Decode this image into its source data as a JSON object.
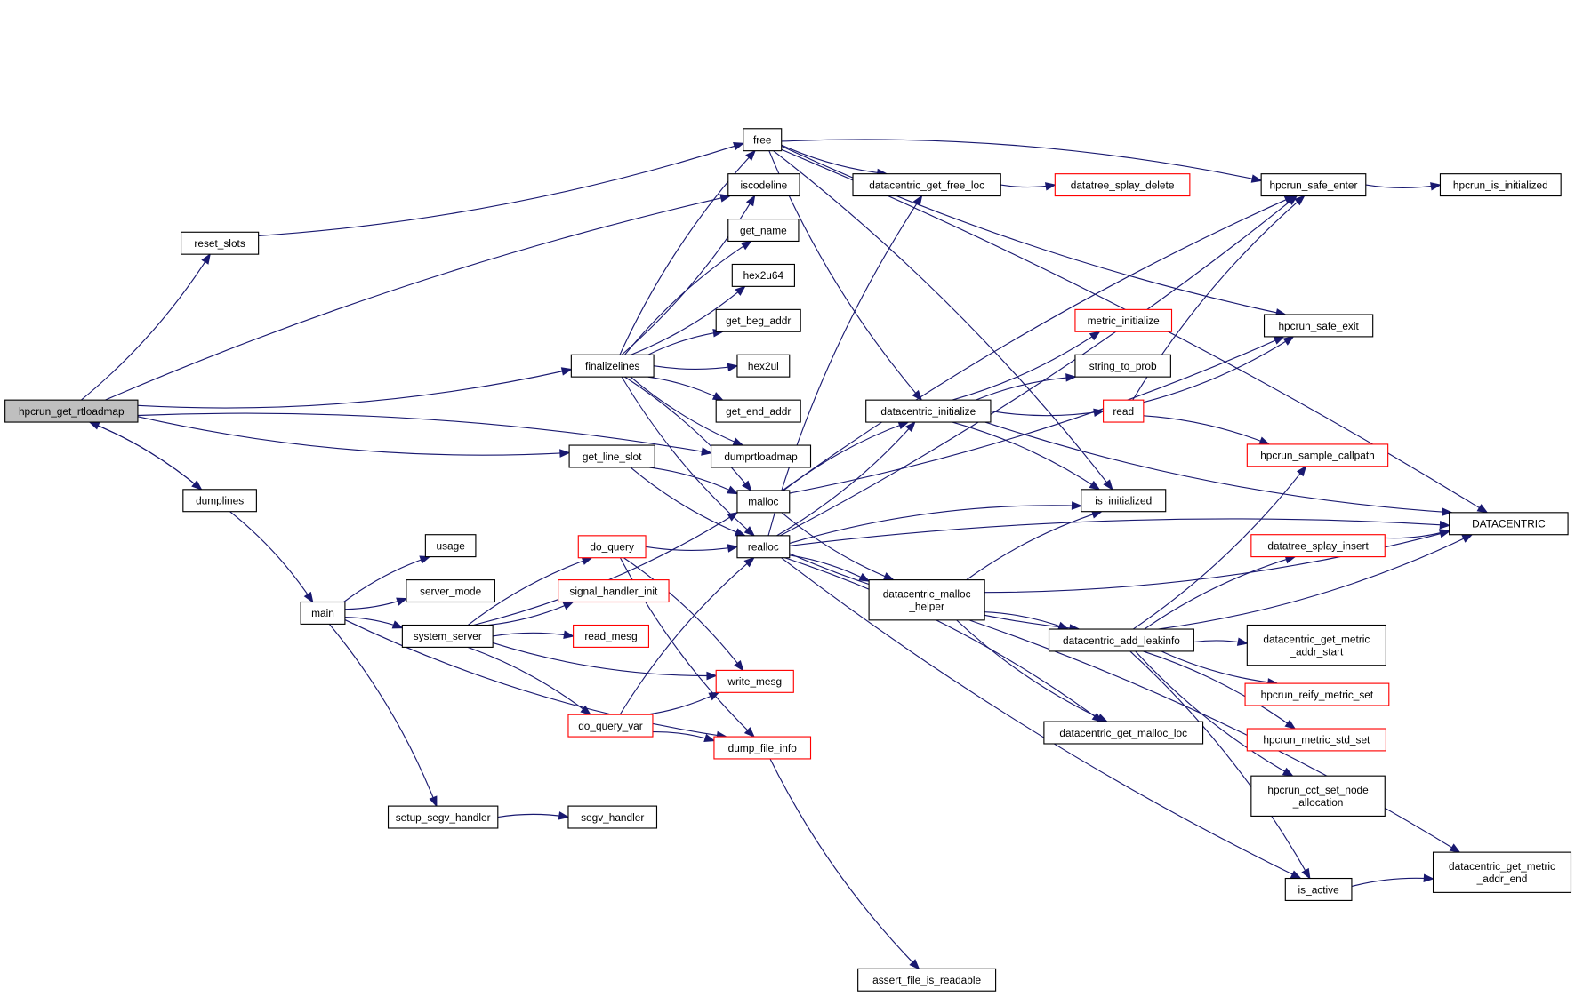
{
  "diagram": {
    "type": "call-graph",
    "colors": {
      "edge": "#191970",
      "node_border": "#000000",
      "node_border_truncated": "#ff0000",
      "focus_fill": "#bfbfbf",
      "node_fill": "#ffffff"
    },
    "focus_node": "hpcrun_get_rtloadmap",
    "nodes": [
      {
        "id": "hpcrun_get_rtloadmap",
        "lines": [
          "hpcrun_get_rtloadmap"
        ],
        "style": "focus"
      },
      {
        "id": "reset_slots",
        "lines": [
          "reset_slots"
        ],
        "style": "normal"
      },
      {
        "id": "dumplines",
        "lines": [
          "dumplines"
        ],
        "style": "normal"
      },
      {
        "id": "free",
        "lines": [
          "free"
        ],
        "style": "normal"
      },
      {
        "id": "iscodeline",
        "lines": [
          "iscodeline"
        ],
        "style": "normal"
      },
      {
        "id": "get_name",
        "lines": [
          "get_name"
        ],
        "style": "normal"
      },
      {
        "id": "hex2u64",
        "lines": [
          "hex2u64"
        ],
        "style": "normal"
      },
      {
        "id": "get_beg_addr",
        "lines": [
          "get_beg_addr"
        ],
        "style": "normal"
      },
      {
        "id": "finalizelines",
        "lines": [
          "finalizelines"
        ],
        "style": "normal"
      },
      {
        "id": "hex2ul",
        "lines": [
          "hex2ul"
        ],
        "style": "normal"
      },
      {
        "id": "get_end_addr",
        "lines": [
          "get_end_addr"
        ],
        "style": "normal"
      },
      {
        "id": "dumprtloadmap",
        "lines": [
          "dumprtloadmap"
        ],
        "style": "normal"
      },
      {
        "id": "get_line_slot",
        "lines": [
          "get_line_slot"
        ],
        "style": "normal"
      },
      {
        "id": "malloc",
        "lines": [
          "malloc"
        ],
        "style": "normal"
      },
      {
        "id": "realloc",
        "lines": [
          "realloc"
        ],
        "style": "normal"
      },
      {
        "id": "usage",
        "lines": [
          "usage"
        ],
        "style": "normal"
      },
      {
        "id": "main",
        "lines": [
          "main"
        ],
        "style": "normal"
      },
      {
        "id": "server_mode",
        "lines": [
          "server_mode"
        ],
        "style": "normal"
      },
      {
        "id": "system_server",
        "lines": [
          "system_server"
        ],
        "style": "normal"
      },
      {
        "id": "do_query",
        "lines": [
          "do_query"
        ],
        "style": "truncated"
      },
      {
        "id": "signal_handler_init",
        "lines": [
          "signal_handler_init"
        ],
        "style": "truncated"
      },
      {
        "id": "read_mesg",
        "lines": [
          "read_mesg"
        ],
        "style": "truncated"
      },
      {
        "id": "write_mesg",
        "lines": [
          "write_mesg"
        ],
        "style": "truncated"
      },
      {
        "id": "do_query_var",
        "lines": [
          "do_query_var"
        ],
        "style": "truncated"
      },
      {
        "id": "dump_file_info",
        "lines": [
          "dump_file_info"
        ],
        "style": "truncated"
      },
      {
        "id": "setup_segv_handler",
        "lines": [
          "setup_segv_handler"
        ],
        "style": "normal"
      },
      {
        "id": "segv_handler",
        "lines": [
          "segv_handler"
        ],
        "style": "normal"
      },
      {
        "id": "assert_file_is_readable",
        "lines": [
          "assert_file_is_readable"
        ],
        "style": "normal"
      },
      {
        "id": "datacentric_get_free_loc",
        "lines": [
          "datacentric_get_free_loc"
        ],
        "style": "normal"
      },
      {
        "id": "datatree_splay_delete",
        "lines": [
          "datatree_splay_delete"
        ],
        "style": "truncated"
      },
      {
        "id": "datacentric_initialize",
        "lines": [
          "datacentric_initialize"
        ],
        "style": "normal"
      },
      {
        "id": "metric_initialize",
        "lines": [
          "metric_initialize"
        ],
        "style": "truncated"
      },
      {
        "id": "string_to_prob",
        "lines": [
          "string_to_prob"
        ],
        "style": "normal"
      },
      {
        "id": "read",
        "lines": [
          "read"
        ],
        "style": "truncated"
      },
      {
        "id": "datacentric_malloc_helper",
        "lines": [
          "datacentric_malloc",
          "_helper"
        ],
        "style": "normal"
      },
      {
        "id": "datacentric_add_leakinfo",
        "lines": [
          "datacentric_add_leakinfo"
        ],
        "style": "normal"
      },
      {
        "id": "datacentric_get_malloc_loc",
        "lines": [
          "datacentric_get_malloc_loc"
        ],
        "style": "normal"
      },
      {
        "id": "is_initialized",
        "lines": [
          "is_initialized"
        ],
        "style": "normal"
      },
      {
        "id": "hpcrun_safe_enter",
        "lines": [
          "hpcrun_safe_enter"
        ],
        "style": "normal"
      },
      {
        "id": "hpcrun_is_initialized",
        "lines": [
          "hpcrun_is_initialized"
        ],
        "style": "normal"
      },
      {
        "id": "hpcrun_safe_exit",
        "lines": [
          "hpcrun_safe_exit"
        ],
        "style": "normal"
      },
      {
        "id": "hpcrun_sample_callpath",
        "lines": [
          "hpcrun_sample_callpath"
        ],
        "style": "truncated"
      },
      {
        "id": "datatree_splay_insert",
        "lines": [
          "datatree_splay_insert"
        ],
        "style": "truncated"
      },
      {
        "id": "DATACENTRIC",
        "lines": [
          "DATACENTRIC"
        ],
        "style": "normal"
      },
      {
        "id": "datacentric_get_metric_addr_start",
        "lines": [
          "datacentric_get_metric",
          "_addr_start"
        ],
        "style": "normal"
      },
      {
        "id": "hpcrun_reify_metric_set",
        "lines": [
          "hpcrun_reify_metric_set"
        ],
        "style": "truncated"
      },
      {
        "id": "hpcrun_metric_std_set",
        "lines": [
          "hpcrun_metric_std_set"
        ],
        "style": "truncated"
      },
      {
        "id": "hpcrun_cct_set_node_allocation",
        "lines": [
          "hpcrun_cct_set_node",
          "_allocation"
        ],
        "style": "normal"
      },
      {
        "id": "is_active",
        "lines": [
          "is_active"
        ],
        "style": "normal"
      },
      {
        "id": "datacentric_get_metric_addr_end",
        "lines": [
          "datacentric_get_metric",
          "_addr_end"
        ],
        "style": "normal"
      }
    ],
    "edges": [
      [
        "hpcrun_get_rtloadmap",
        "reset_slots"
      ],
      [
        "hpcrun_get_rtloadmap",
        "iscodeline"
      ],
      [
        "hpcrun_get_rtloadmap",
        "finalizelines"
      ],
      [
        "hpcrun_get_rtloadmap",
        "dumprtloadmap"
      ],
      [
        "hpcrun_get_rtloadmap",
        "get_line_slot"
      ],
      [
        "hpcrun_get_rtloadmap",
        "dumplines"
      ],
      [
        "dumplines",
        "hpcrun_get_rtloadmap"
      ],
      [
        "dumplines",
        "main"
      ],
      [
        "reset_slots",
        "free"
      ],
      [
        "finalizelines",
        "free"
      ],
      [
        "finalizelines",
        "iscodeline"
      ],
      [
        "finalizelines",
        "get_name"
      ],
      [
        "finalizelines",
        "hex2u64"
      ],
      [
        "finalizelines",
        "get_beg_addr"
      ],
      [
        "finalizelines",
        "hex2ul"
      ],
      [
        "finalizelines",
        "get_end_addr"
      ],
      [
        "finalizelines",
        "dumprtloadmap"
      ],
      [
        "finalizelines",
        "malloc"
      ],
      [
        "finalizelines",
        "realloc"
      ],
      [
        "get_line_slot",
        "malloc"
      ],
      [
        "get_line_slot",
        "realloc"
      ],
      [
        "main",
        "usage"
      ],
      [
        "main",
        "server_mode"
      ],
      [
        "main",
        "system_server"
      ],
      [
        "main",
        "dump_file_info"
      ],
      [
        "main",
        "setup_segv_handler"
      ],
      [
        "system_server",
        "malloc"
      ],
      [
        "system_server",
        "do_query"
      ],
      [
        "system_server",
        "signal_handler_init"
      ],
      [
        "system_server",
        "read_mesg"
      ],
      [
        "system_server",
        "write_mesg"
      ],
      [
        "system_server",
        "do_query_var"
      ],
      [
        "do_query",
        "realloc"
      ],
      [
        "do_query",
        "write_mesg"
      ],
      [
        "do_query",
        "dump_file_info"
      ],
      [
        "do_query_var",
        "realloc"
      ],
      [
        "do_query_var",
        "write_mesg"
      ],
      [
        "do_query_var",
        "dump_file_info"
      ],
      [
        "dump_file_info",
        "assert_file_is_readable"
      ],
      [
        "setup_segv_handler",
        "segv_handler"
      ],
      [
        "free",
        "datacentric_get_free_loc"
      ],
      [
        "free",
        "hpcrun_safe_enter"
      ],
      [
        "free",
        "hpcrun_safe_exit"
      ],
      [
        "free",
        "DATACENTRIC"
      ],
      [
        "free",
        "datacentric_initialize"
      ],
      [
        "free",
        "is_initialized"
      ],
      [
        "datacentric_get_free_loc",
        "datatree_splay_delete"
      ],
      [
        "malloc",
        "datacentric_initialize"
      ],
      [
        "malloc",
        "datacentric_malloc_helper"
      ],
      [
        "malloc",
        "hpcrun_safe_enter"
      ],
      [
        "malloc",
        "hpcrun_safe_exit"
      ],
      [
        "realloc",
        "datacentric_get_free_loc"
      ],
      [
        "realloc",
        "datacentric_initialize"
      ],
      [
        "realloc",
        "is_initialized"
      ],
      [
        "realloc",
        "hpcrun_safe_enter"
      ],
      [
        "realloc",
        "datacentric_malloc_helper"
      ],
      [
        "realloc",
        "datacentric_add_leakinfo"
      ],
      [
        "realloc",
        "datacentric_get_malloc_loc"
      ],
      [
        "realloc",
        "is_active"
      ],
      [
        "realloc",
        "DATACENTRIC"
      ],
      [
        "datacentric_initialize",
        "metric_initialize"
      ],
      [
        "datacentric_initialize",
        "string_to_prob"
      ],
      [
        "datacentric_initialize",
        "read"
      ],
      [
        "datacentric_initialize",
        "is_initialized"
      ],
      [
        "datacentric_initialize",
        "DATACENTRIC"
      ],
      [
        "read",
        "hpcrun_safe_enter"
      ],
      [
        "read",
        "hpcrun_safe_exit"
      ],
      [
        "read",
        "hpcrun_sample_callpath"
      ],
      [
        "hpcrun_safe_enter",
        "hpcrun_is_initialized"
      ],
      [
        "datacentric_malloc_helper",
        "is_initialized"
      ],
      [
        "datacentric_malloc_helper",
        "DATACENTRIC"
      ],
      [
        "datacentric_malloc_helper",
        "datacentric_add_leakinfo"
      ],
      [
        "datacentric_malloc_helper",
        "datacentric_get_malloc_loc"
      ],
      [
        "datacentric_malloc_helper",
        "datacentric_get_metric_addr_end"
      ],
      [
        "datacentric_add_leakinfo",
        "hpcrun_sample_callpath"
      ],
      [
        "datacentric_add_leakinfo",
        "datatree_splay_insert"
      ],
      [
        "datacentric_add_leakinfo",
        "DATACENTRIC"
      ],
      [
        "datacentric_add_leakinfo",
        "datacentric_get_metric_addr_start"
      ],
      [
        "datacentric_add_leakinfo",
        "hpcrun_reify_metric_set"
      ],
      [
        "datacentric_add_leakinfo",
        "hpcrun_metric_std_set"
      ],
      [
        "datacentric_add_leakinfo",
        "hpcrun_cct_set_node_allocation"
      ],
      [
        "datacentric_add_leakinfo",
        "is_active"
      ],
      [
        "datatree_splay_insert",
        "DATACENTRIC"
      ],
      [
        "is_active",
        "datacentric_get_metric_addr_end"
      ]
    ]
  }
}
